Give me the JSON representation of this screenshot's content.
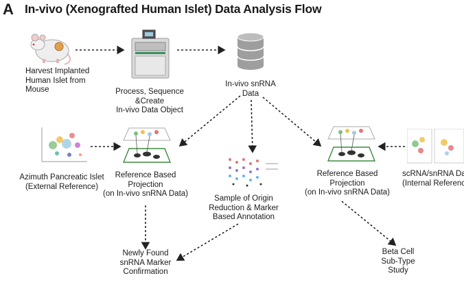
{
  "panel_letter": "A",
  "title": "In-vivo (Xenografted Human Islet) Data Analysis Flow",
  "nodes": {
    "harvest": "Harvest Implanted\nHuman Islet from\nMouse",
    "process": "Process, Sequence\n&Create\nIn-vivo Data Object",
    "invivo_data": "In-vivo snRNA\nData",
    "azimuth": "Azimuth Pancreatic Islet\n(External Reference)",
    "proj_left": "Reference Based\nProjection\n(on In-vivo snRNA Data)",
    "sample_origin": "Sample of Origin\nReduction & Marker\nBased Annotation",
    "proj_right": "Reference Based\nProjection\n(on In-vivo snRNA Data)",
    "scrna": "scRNA/snRNA Data\n(Internal  Reference)",
    "newly_found": "Newly Found\nsnRNA Marker\nConfirmation",
    "beta_cell": "Beta Cell\nSub-Type\nStudy"
  },
  "colors": {
    "title": "#1a1a1a",
    "arrow": "#222222",
    "sequencer_body": "#d9d9d9",
    "sequencer_accent": "#3a8f5c",
    "database": "#9e9e9e",
    "mouse": "#eeeeee",
    "islet": "#e0a050",
    "plane_border": "#3b8a3e"
  }
}
